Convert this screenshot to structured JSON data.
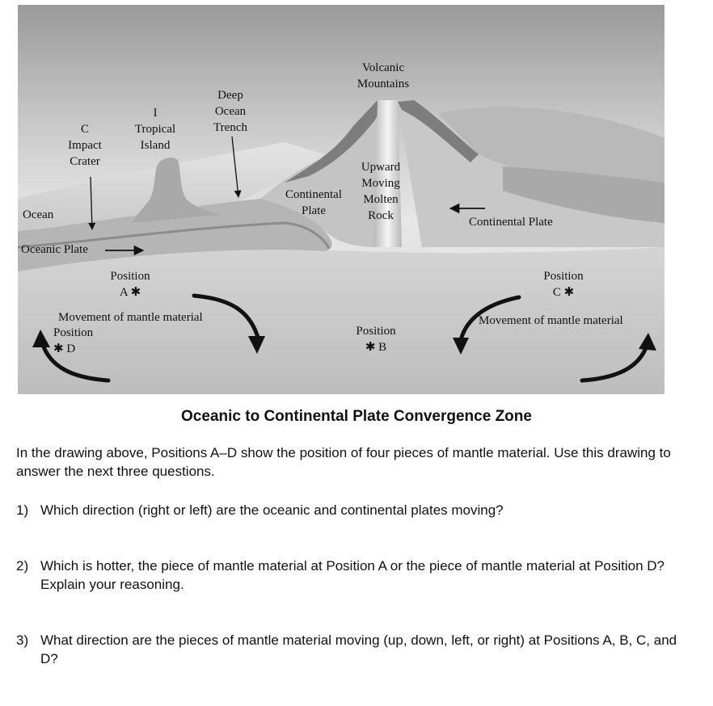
{
  "diagram": {
    "labels": {
      "volcanic_mountains_1": "Volcanic",
      "volcanic_mountains_2": "Mountains",
      "deep_trench_1": "Deep",
      "deep_trench_2": "Ocean",
      "deep_trench_3": "Trench",
      "island_1": "I",
      "island_2": "Tropical",
      "island_3": "Island",
      "crater_1": "C",
      "crater_2": "Impact",
      "crater_3": "Crater",
      "ocean": "Ocean",
      "oceanic_plate": "Oceanic Plate",
      "cont_plate_left_1": "Continental",
      "cont_plate_left_2": "Plate",
      "upward_1": "Upward",
      "upward_2": "Moving",
      "upward_3": "Molten",
      "upward_4": "Rock",
      "cont_plate_right": "Continental Plate",
      "pos_a_1": "Position",
      "pos_a_2": "A ✱",
      "mantle_left": "Movement of mantle material",
      "pos_d_1": "Position",
      "pos_d_2": "✱ D",
      "pos_b_1": "Position",
      "pos_b_2": "✱  B",
      "pos_c_1": "Position",
      "pos_c_2": "C ✱",
      "mantle_right": "Movement of mantle material"
    }
  },
  "caption": "Oceanic to Continental Plate Convergence Zone",
  "intro": "In the drawing above, Positions A–D show the position of four pieces of mantle material. Use this drawing to answer the next three questions.",
  "questions": [
    {
      "num": "1)",
      "text": "Which direction (right or left) are the oceanic and continental plates moving?"
    },
    {
      "num": "2)",
      "text": "Which is hotter, the piece of mantle material at Position A or the piece of mantle material at Position D? Explain your reasoning."
    },
    {
      "num": "3)",
      "text": "What direction are the pieces of mantle material moving (up, down, left, or right) at Positions A, B, C, and D?"
    }
  ]
}
